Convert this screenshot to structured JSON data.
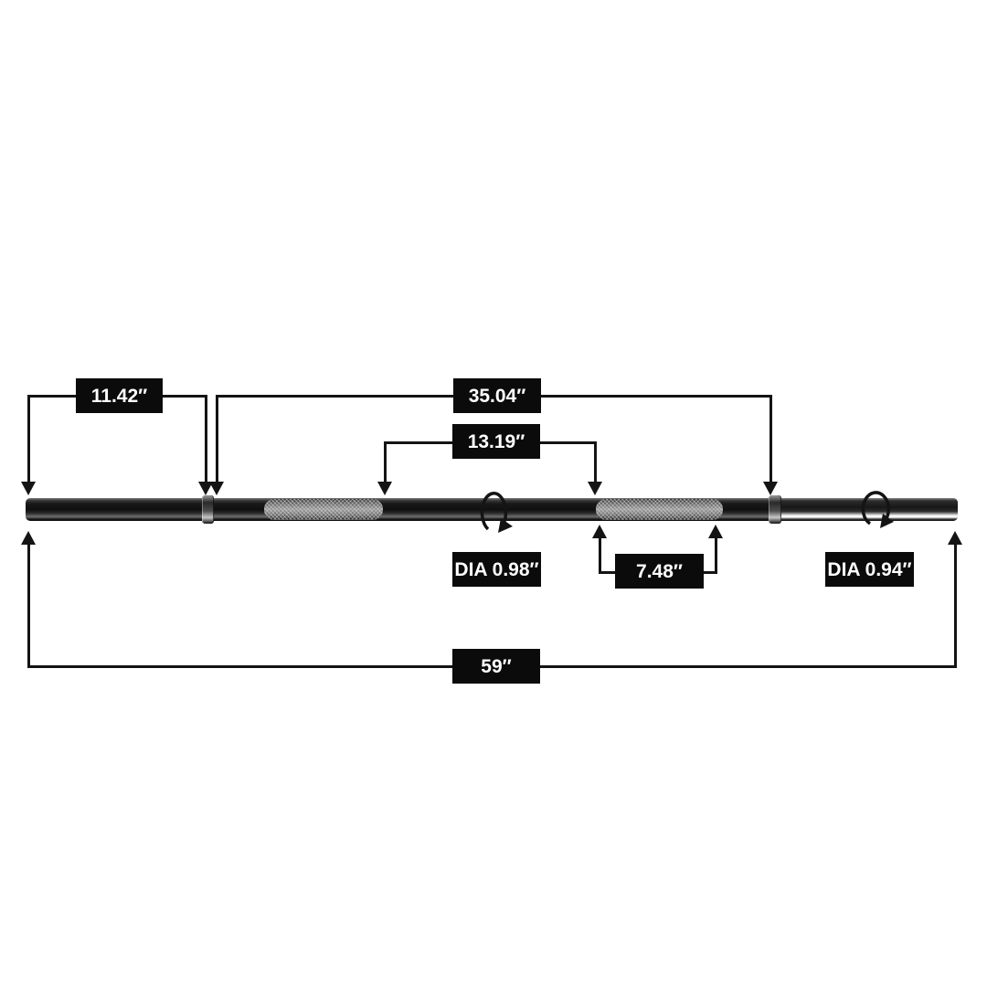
{
  "diagram_type": "product-dimension-diagram",
  "subject": "barbell bar with measurement callouts",
  "colors": {
    "label_bg": "#0b0b0b",
    "label_text": "#ffffff",
    "line": "#141414",
    "background": "#ffffff"
  },
  "dimensions": {
    "sleeve_left": {
      "label": "11.42″"
    },
    "center_span": {
      "label": "35.04″"
    },
    "knurl_gap": {
      "label": "13.19″"
    },
    "right_knurl": {
      "label": "7.48″"
    },
    "overall_length": {
      "label": "59″"
    },
    "dia_center": {
      "label": "DIA 0.98″"
    },
    "dia_sleeve": {
      "label": "DIA 0.94″"
    }
  },
  "icons": {
    "rotation_left": "rotation-arrow",
    "rotation_right": "rotation-arrow"
  }
}
